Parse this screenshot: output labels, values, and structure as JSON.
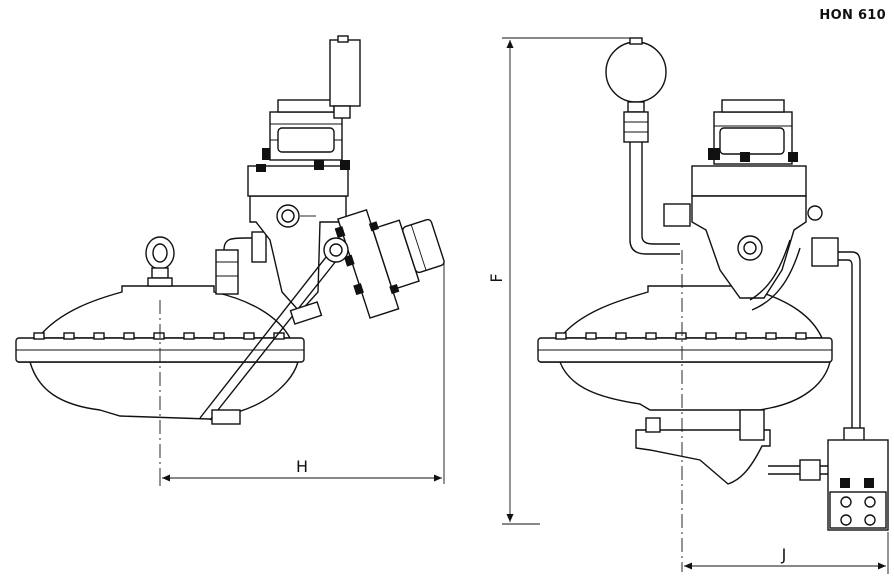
{
  "model": "HON 610",
  "dimensions": {
    "h": "H",
    "f": "F",
    "j": "J"
  }
}
